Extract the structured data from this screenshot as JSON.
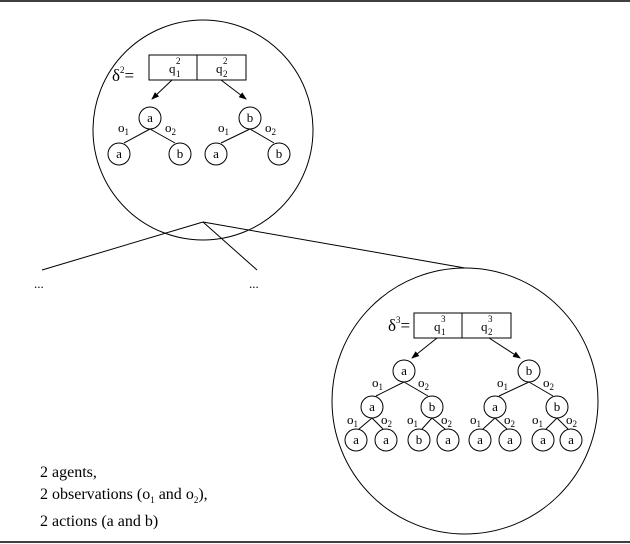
{
  "diagram": {
    "top_policy": {
      "delta_label": "δ",
      "delta_sup": "2",
      "equals": "=",
      "q1": {
        "letter": "q",
        "sub": "1",
        "sup": "2"
      },
      "q2": {
        "letter": "q",
        "sub": "2",
        "sup": "2"
      },
      "trees": [
        {
          "root": "a",
          "obs_left": "o",
          "obs_left_sub": "1",
          "obs_right": "o",
          "obs_right_sub": "2",
          "left": "a",
          "right": "b"
        },
        {
          "root": "b",
          "obs_left": "o",
          "obs_left_sub": "1",
          "obs_right": "o",
          "obs_right_sub": "2",
          "left": "a",
          "right": "b"
        }
      ]
    },
    "ellipsis_left": "...",
    "ellipsis_mid": "...",
    "bottom_policy": {
      "delta_label": "δ",
      "delta_sup": "3",
      "equals": "=",
      "q1": {
        "letter": "q",
        "sub": "1",
        "sup": "3"
      },
      "q2": {
        "letter": "q",
        "sub": "2",
        "sup": "3"
      },
      "trees": [
        {
          "root": "a",
          "obs_left": "o",
          "obs_left_sub": "1",
          "obs_right": "o",
          "obs_right_sub": "2",
          "children": [
            {
              "node": "a",
              "leaves": [
                "a",
                "a"
              ]
            },
            {
              "node": "b",
              "leaves": [
                "b",
                "a"
              ]
            }
          ]
        },
        {
          "root": "b",
          "obs_left": "o",
          "obs_left_sub": "1",
          "obs_right": "o",
          "obs_right_sub": "2",
          "children": [
            {
              "node": "a",
              "leaves": [
                "a",
                "a"
              ]
            },
            {
              "node": "b",
              "leaves": [
                "a",
                "a"
              ]
            }
          ]
        }
      ]
    }
  },
  "legend": {
    "line1": "2 agents,",
    "line2_pre": "2 observations (",
    "line2_o1": "o",
    "line2_o1_sub": "1",
    "line2_mid": " and ",
    "line2_o2": "o",
    "line2_o2_sub": "2",
    "line2_post": "),",
    "line3": "2 actions (a and b)"
  }
}
